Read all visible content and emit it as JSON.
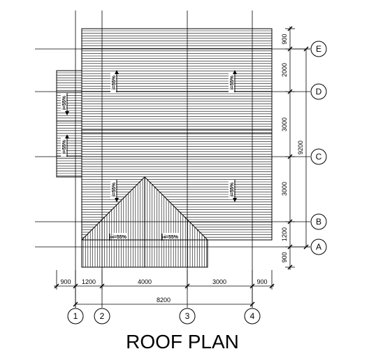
{
  "title": "ROOF PLAN",
  "grid_x_labels": [
    "1",
    "2",
    "3",
    "4"
  ],
  "grid_y_labels": [
    "A",
    "B",
    "C",
    "D",
    "E"
  ],
  "dims_bottom": [
    "900",
    "1200",
    "4000",
    "3000",
    "900"
  ],
  "dim_bottom_total": "8200",
  "dims_right": [
    "900",
    "1200",
    "3000",
    "3000",
    "2000",
    "900"
  ],
  "dim_right_total": "9200",
  "slopes": [
    "i=55%",
    "i=55%",
    "i=55%",
    "i=55%",
    "i=55%",
    "i=55%",
    "i=55%",
    "i=55%"
  ],
  "colors": {
    "line": "#000000",
    "background": "#ffffff"
  }
}
